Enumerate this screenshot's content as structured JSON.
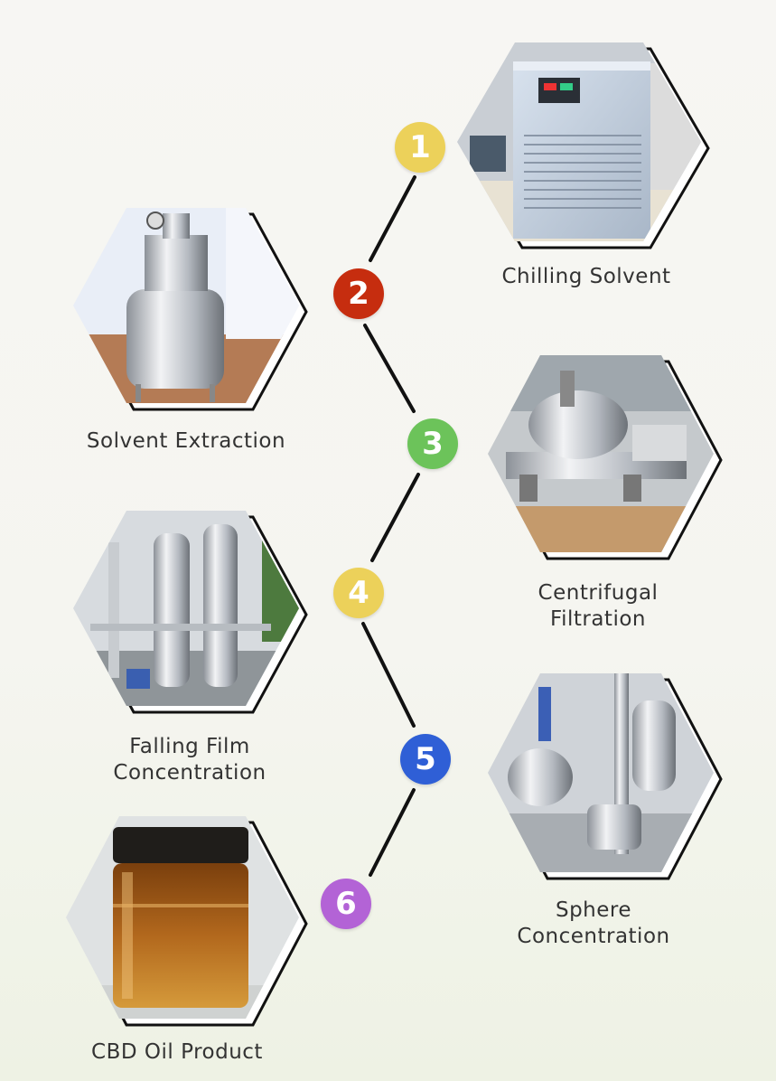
{
  "steps": [
    {
      "number": "1",
      "label_lines": [
        "Chilling Solvent"
      ],
      "color": "#ecd15a",
      "image": "chiller-unit-photo"
    },
    {
      "number": "2",
      "label_lines": [
        "Solvent Extraction"
      ],
      "color": "#c62d0f",
      "image": "extraction-tank-photo"
    },
    {
      "number": "3",
      "label_lines": [
        "Centrifugal",
        "Filtration"
      ],
      "color": "#6cc35a",
      "image": "centrifuge-photo"
    },
    {
      "number": "4",
      "label_lines": [
        "Falling Film",
        "Concentration"
      ],
      "color": "#ecd15a",
      "image": "falling-film-evaporator-photo"
    },
    {
      "number": "5",
      "label_lines": [
        "Sphere",
        "Concentration"
      ],
      "color": "#2f5fd6",
      "image": "sphere-concentrator-photo"
    },
    {
      "number": "6",
      "label_lines": [
        "CBD Oil Product"
      ],
      "color": "#b363d6",
      "image": "cbd-oil-jar-photo"
    }
  ]
}
